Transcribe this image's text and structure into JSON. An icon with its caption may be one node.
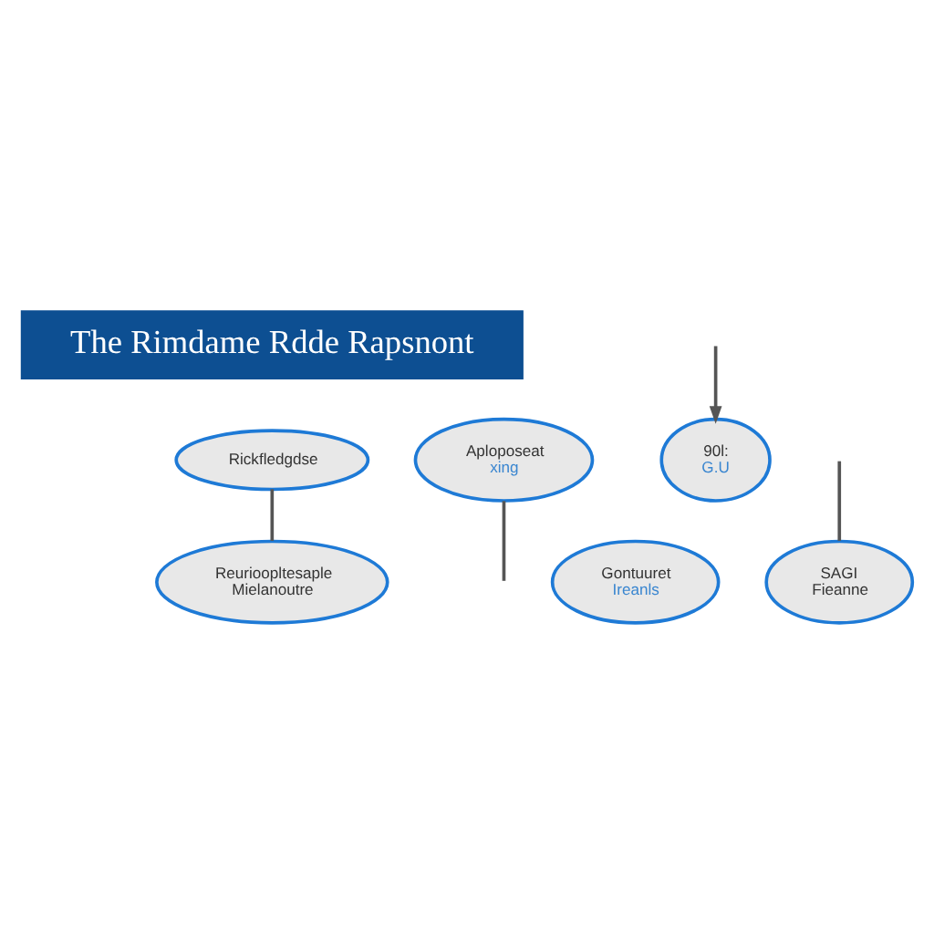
{
  "diagram": {
    "title": "The Rimdame Rdde Rapsnont",
    "nodes": [
      {
        "text": [
          "Rickfledgdse"
        ]
      },
      {
        "text": [
          "Aploposeat",
          "xing"
        ]
      },
      {
        "text": [
          "90l:",
          "G.U"
        ]
      },
      {
        "text": [
          "Gontuuret",
          "Ireanls"
        ]
      },
      {
        "text": [
          "Reurioopltesaple",
          "Mielanoutre"
        ]
      },
      {
        "text": [
          "SAGI",
          "Fieanne"
        ]
      }
    ],
    "edges": [
      {
        "from": 1,
        "to": null,
        "arrow": "none"
      },
      {
        "from": null,
        "to": 2,
        "arrow": "to"
      },
      {
        "from": 0,
        "to": 4,
        "arrow": "none"
      },
      {
        "from": null,
        "to": 5,
        "arrow": "none"
      }
    ]
  }
}
